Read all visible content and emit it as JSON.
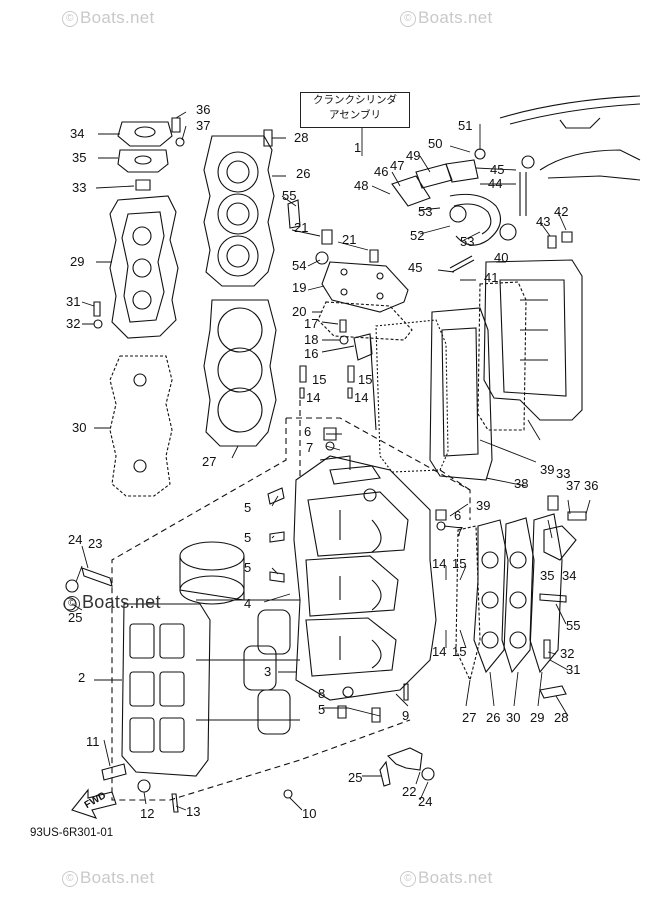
{
  "watermark": {
    "text": "Boats.net",
    "symbol": "©"
  },
  "callout": {
    "line1": "クランクシリンダ",
    "line2": "アセンブリ"
  },
  "diagram_code": "93US-6R301-01",
  "direction_label": "FWD",
  "part_numbers": [
    "1",
    "2",
    "3",
    "4",
    "5",
    "6",
    "7",
    "8",
    "9",
    "10",
    "11",
    "12",
    "13",
    "14",
    "15",
    "16",
    "17",
    "18",
    "19",
    "20",
    "21",
    "22",
    "23",
    "24",
    "25",
    "26",
    "27",
    "28",
    "29",
    "30",
    "31",
    "32",
    "33",
    "34",
    "35",
    "36",
    "37",
    "38",
    "39",
    "40",
    "41",
    "42",
    "43",
    "44",
    "45",
    "46",
    "47",
    "48",
    "49",
    "50",
    "51",
    "52",
    "53",
    "54",
    "55"
  ]
}
